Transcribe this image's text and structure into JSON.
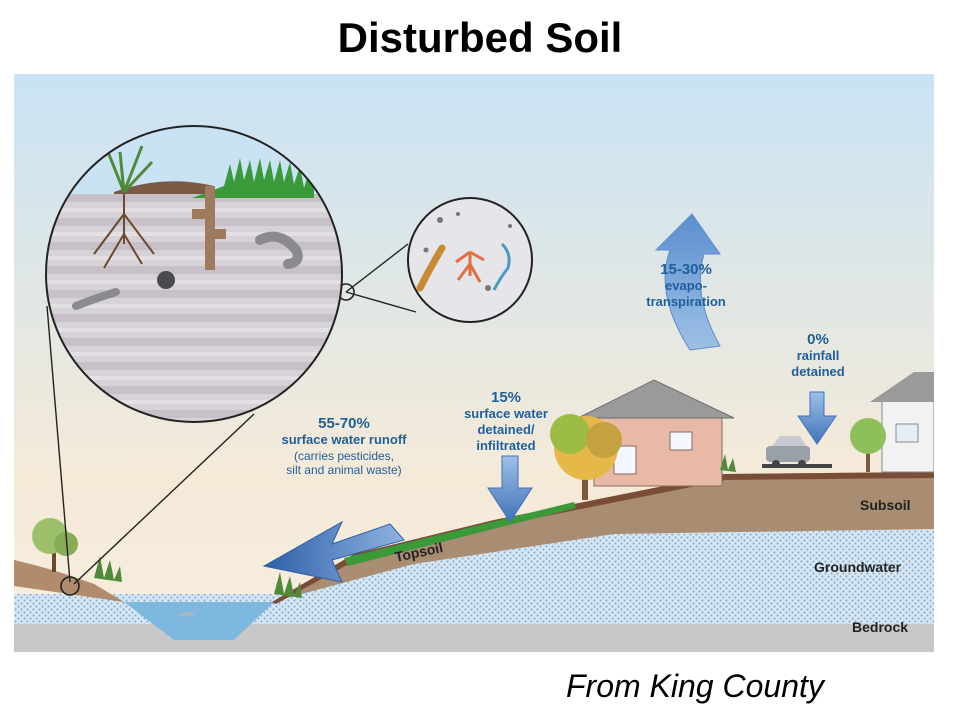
{
  "title": "Disturbed Soil",
  "credit": "From King County",
  "labels": {
    "evapo_pct": "15-30%",
    "evapo_line1": "evapo-",
    "evapo_line2": "transpiration",
    "rain_pct": "0%",
    "rain_line1": "rainfall",
    "rain_line2": "detained",
    "surface_pct": "15%",
    "surface_line1": "surface water",
    "surface_line2": "detained/",
    "surface_line3": "infiltrated",
    "runoff_pct": "55-70%",
    "runoff_line1": "surface water runoff",
    "runoff_line2": "(carries pesticides,",
    "runoff_line3": "silt and animal waste)",
    "topsoil": "Topsoil",
    "subsoil": "Subsoil",
    "groundwater": "Groundwater",
    "bedrock": "Bedrock"
  },
  "colors": {
    "sky_top": "#c9e3f4",
    "sky_bottom": "#f5ead8",
    "subsoil": "#a88d72",
    "groundwater": "#b9d5ea",
    "bedrock": "#c8c8c8",
    "label_blue": "#1f5f9a",
    "arrow_blue": "#3f73b8",
    "grass": "#3a9a3a"
  }
}
